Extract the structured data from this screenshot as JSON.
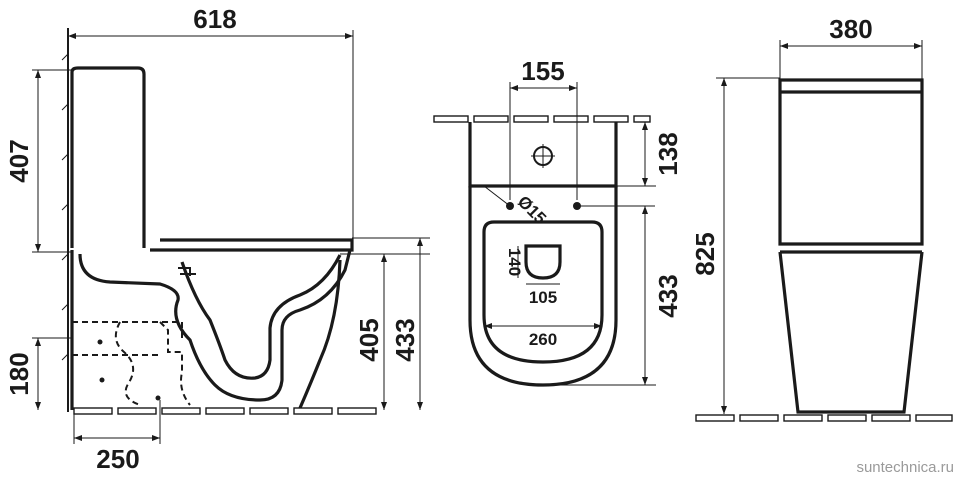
{
  "side_view": {
    "width": "618",
    "tank_height": "407",
    "floor_to_rim_inner": "405",
    "floor_to_rim": "433",
    "pipe_height": "180",
    "pipe_offset": "250"
  },
  "top_view": {
    "hole_spacing": "155",
    "tank_depth": "138",
    "hole_diameter": "Ø15",
    "bowl_length": "433",
    "outlet_height": "140",
    "outlet_width": "105",
    "bowl_width": "260"
  },
  "front_view": {
    "width": "380",
    "total_height": "825"
  },
  "watermark": "suntechnica.ru"
}
